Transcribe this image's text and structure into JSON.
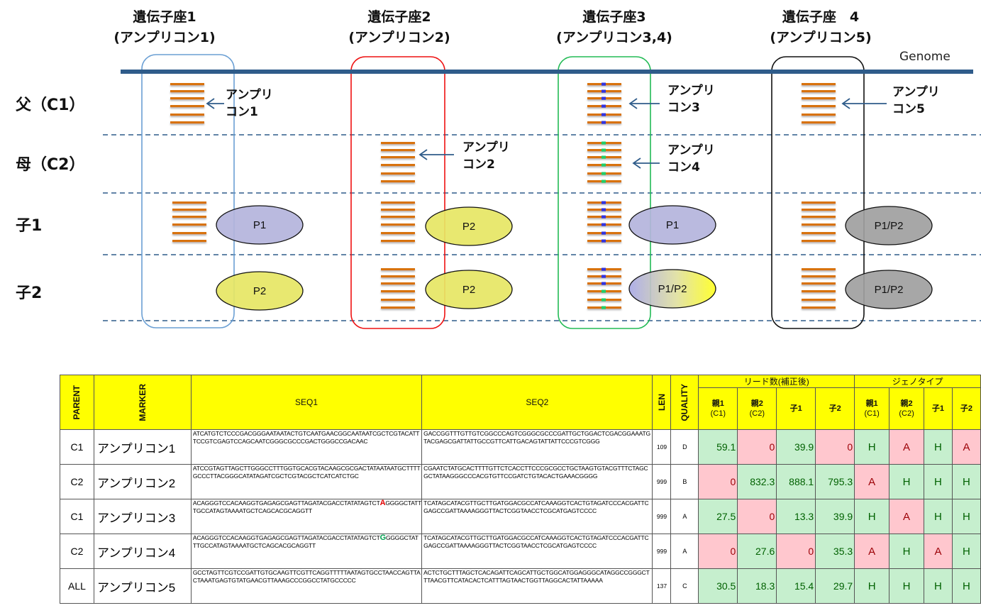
{
  "diagram": {
    "genome_label": "Genome",
    "loci": [
      {
        "title": "遺伝子座1",
        "subtitle": "(アンプリコン1)",
        "box_color": "#6a9fd4"
      },
      {
        "title": "遺伝子座2",
        "subtitle": "(アンプリコン2)",
        "box_color": "#ee1111"
      },
      {
        "title": "遺伝子座3",
        "subtitle": "(アンプリコン3,4)",
        "box_color": "#22bb55"
      },
      {
        "title": "遺伝子座　4",
        "subtitle": "(アンプリコン5)",
        "box_color": "#111111"
      }
    ],
    "rows": [
      {
        "label": "父（C1）"
      },
      {
        "label": "母（C2）"
      },
      {
        "label": "子1"
      },
      {
        "label": "子2"
      }
    ],
    "callouts": [
      {
        "text": "アンプリ\nコン1"
      },
      {
        "text": "アンプリ\nコン2"
      },
      {
        "text": "アンプリ\nコン3"
      },
      {
        "text": "アンプリ\nコン4"
      },
      {
        "text": "アンプリ\nコン5"
      }
    ],
    "ellipses": [
      {
        "label": "P1",
        "fill": "#b4b4dc"
      },
      {
        "label": "P2",
        "fill": "#e6e664"
      },
      {
        "label": "P2",
        "fill": "#e6e664"
      },
      {
        "label": "P2",
        "fill": "#e6e664"
      },
      {
        "label": "P1",
        "fill": "#b4b4dc"
      },
      {
        "label": "P1/P2",
        "fill": "gradient"
      },
      {
        "label": "P1/P2",
        "fill": "#a0a0a0"
      },
      {
        "label": "P1/P2",
        "fill": "#a0a0a0"
      }
    ],
    "colors": {
      "genome_line": "#2f5c8a",
      "amplicon_bar": "#d8720a",
      "snp_blue": "#3333dd",
      "snp_green": "#22cc66",
      "divider": "#2f5c8a"
    }
  },
  "table": {
    "headers": {
      "parent": "PARENT",
      "marker": "MARKER",
      "seq1": "SEQ1",
      "seq2": "SEQ2",
      "len": "LEN",
      "quality": "QUALITY",
      "reads_group": "リード数(補正後)",
      "genotype_group": "ジェノタイプ",
      "sub": [
        {
          "line1": "親1",
          "line2": "(C1)"
        },
        {
          "line1": "親2",
          "line2": "(C2)"
        },
        {
          "line1": "子1",
          "line2": ""
        },
        {
          "line1": "子2",
          "line2": ""
        }
      ]
    },
    "rows": [
      {
        "parent": "C1",
        "marker": "アンプリコン1",
        "seq1_pre": "ATCATGTCTCCCGACGGGAATAATACTGTCAATGAACGGCAATAATCGCTCGTACATTTCCGTCGAGTCCAGCAATCGGGCGCCCGACTGGGCCGACAAC",
        "seq1_snp": "",
        "seq1_post": "",
        "seq2": "GACCGGTTTGTTGTCGGCCCAGTCGGGCGCCCGATTGCTGGACTCGACGGAAATGTACGAGCGATTATTGCCGTTCATTGACAGTATTATTCCCGTCGGG",
        "len": "109",
        "quality": "D",
        "reads": [
          "59.1",
          "0",
          "39.9",
          "0"
        ],
        "reads_status": [
          "pos",
          "neg",
          "pos",
          "neg"
        ],
        "genotype": [
          "H",
          "A",
          "H",
          "A"
        ]
      },
      {
        "parent": "C2",
        "marker": "アンプリコン2",
        "seq1_pre": "ATCCGTAGTTAGCTTGGGCCTTTGGTGCACGTACAAGCGCGACTATAATAATGCTTTTGCCCTTACGGGCATATAGATCGCTCGTACGCTCATCATCTGC",
        "seq1_snp": "",
        "seq1_post": "",
        "seq2": "CGAATCTATGCACTTTTGTTCTCACCTTCCCGCGCCTGCTAAGTGTACGTTTCTAGCGCTATAAGGGCCCACGTGTTCCGATCTGTACACTGAAACGGGG",
        "len": "999",
        "quality": "B",
        "reads": [
          "0",
          "832.3",
          "888.1",
          "795.3"
        ],
        "reads_status": [
          "neg",
          "pos",
          "pos",
          "pos"
        ],
        "genotype": [
          "A",
          "H",
          "H",
          "H"
        ]
      },
      {
        "parent": "C1",
        "marker": "アンプリコン3",
        "seq1_pre": "ACAGGGTCCACAAGGTGAGAGCGAGTTAGATACGACCTATATAGTCT",
        "seq1_snp": "A",
        "snp_color": "red",
        "seq1_post": "GGGGCTATTTGCCATAGTAAAATGCTCAGCACGCAGGTT",
        "seq2": "TCATAGCATACGTTGCTTGATGGACGCCATCAAAGGTCACTGTAGATCCCACGATTCGAGCCGATTAAAAGGGTTACTCGGTAACCTCGCATGAGTCCCC",
        "len": "999",
        "quality": "A",
        "reads": [
          "27.5",
          "0",
          "13.3",
          "39.9"
        ],
        "reads_status": [
          "pos",
          "neg",
          "pos",
          "pos"
        ],
        "genotype": [
          "H",
          "A",
          "H",
          "H"
        ]
      },
      {
        "parent": "C2",
        "marker": "アンプリコン4",
        "seq1_pre": "ACAGGGTCCACAAGGTGAGAGCGAGTTAGATACGACCTATATAGTCT",
        "seq1_snp": "G",
        "snp_color": "green",
        "seq1_post": "GGGGCTATTTGCCATAGTAAAATGCTCAGCACGCAGGTT",
        "seq2": "TCATAGCATACGTTGCTTGATGGACGCCATCAAAGGTCACTGTAGATCCCACGATTCGAGCCGATTAAAAGGGTTACTCGGTAACCTCGCATGAGTCCCC",
        "len": "999",
        "quality": "A",
        "reads": [
          "0",
          "27.6",
          "0",
          "35.3"
        ],
        "reads_status": [
          "neg",
          "pos",
          "neg",
          "pos"
        ],
        "genotype": [
          "A",
          "H",
          "A",
          "H"
        ]
      },
      {
        "parent": "ALL",
        "marker": "アンプリコン5",
        "seq1_pre": "GCCTAGTTCGTCCGATTGTGCAAGTTCGTTCAGGTTTTTAATAGTGCCTAACCAGTTACTAAATGAGTGTATGAACGTTAAAGCCCGGCCTATGCCCCC",
        "seq1_snp": "",
        "seq1_post": "",
        "seq2": "ACTCTGCTTTAGCTCACAGATTCAGCATTGCTGGCATGGAGGGCATAGGCCGGGCTTTAACGTTCATACACTCATTTAGTAACTGGTTAGGCACTATTAAAAA",
        "len": "137",
        "quality": "C",
        "reads": [
          "30.5",
          "18.3",
          "15.4",
          "29.7"
        ],
        "reads_status": [
          "pos",
          "pos",
          "pos",
          "pos"
        ],
        "genotype": [
          "H",
          "H",
          "H",
          "H"
        ]
      }
    ]
  }
}
